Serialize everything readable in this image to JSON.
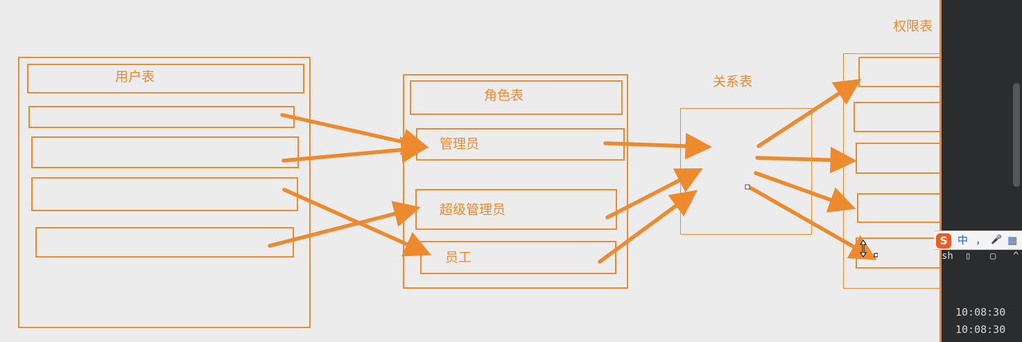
{
  "diagram": {
    "user_table": {
      "title": "用户表"
    },
    "role_table": {
      "title": "角色表",
      "roles": [
        "管理员",
        "超级管理员",
        "员工"
      ]
    },
    "relation_table": {
      "title": "关系表"
    },
    "permission_table": {
      "title": "权限表"
    }
  },
  "terminal": {
    "timestamps": [
      "10:08:30",
      "10:08:30"
    ],
    "prompt_fragment": "sh"
  },
  "ime_toolbar": {
    "logo": "S",
    "mode": "中",
    "punct": "，",
    "voice": "🎤",
    "grid": "▦"
  },
  "colors": {
    "accent": "#ee8a2e",
    "background": "#ececec",
    "terminal_bg": "#2b2c2e"
  }
}
